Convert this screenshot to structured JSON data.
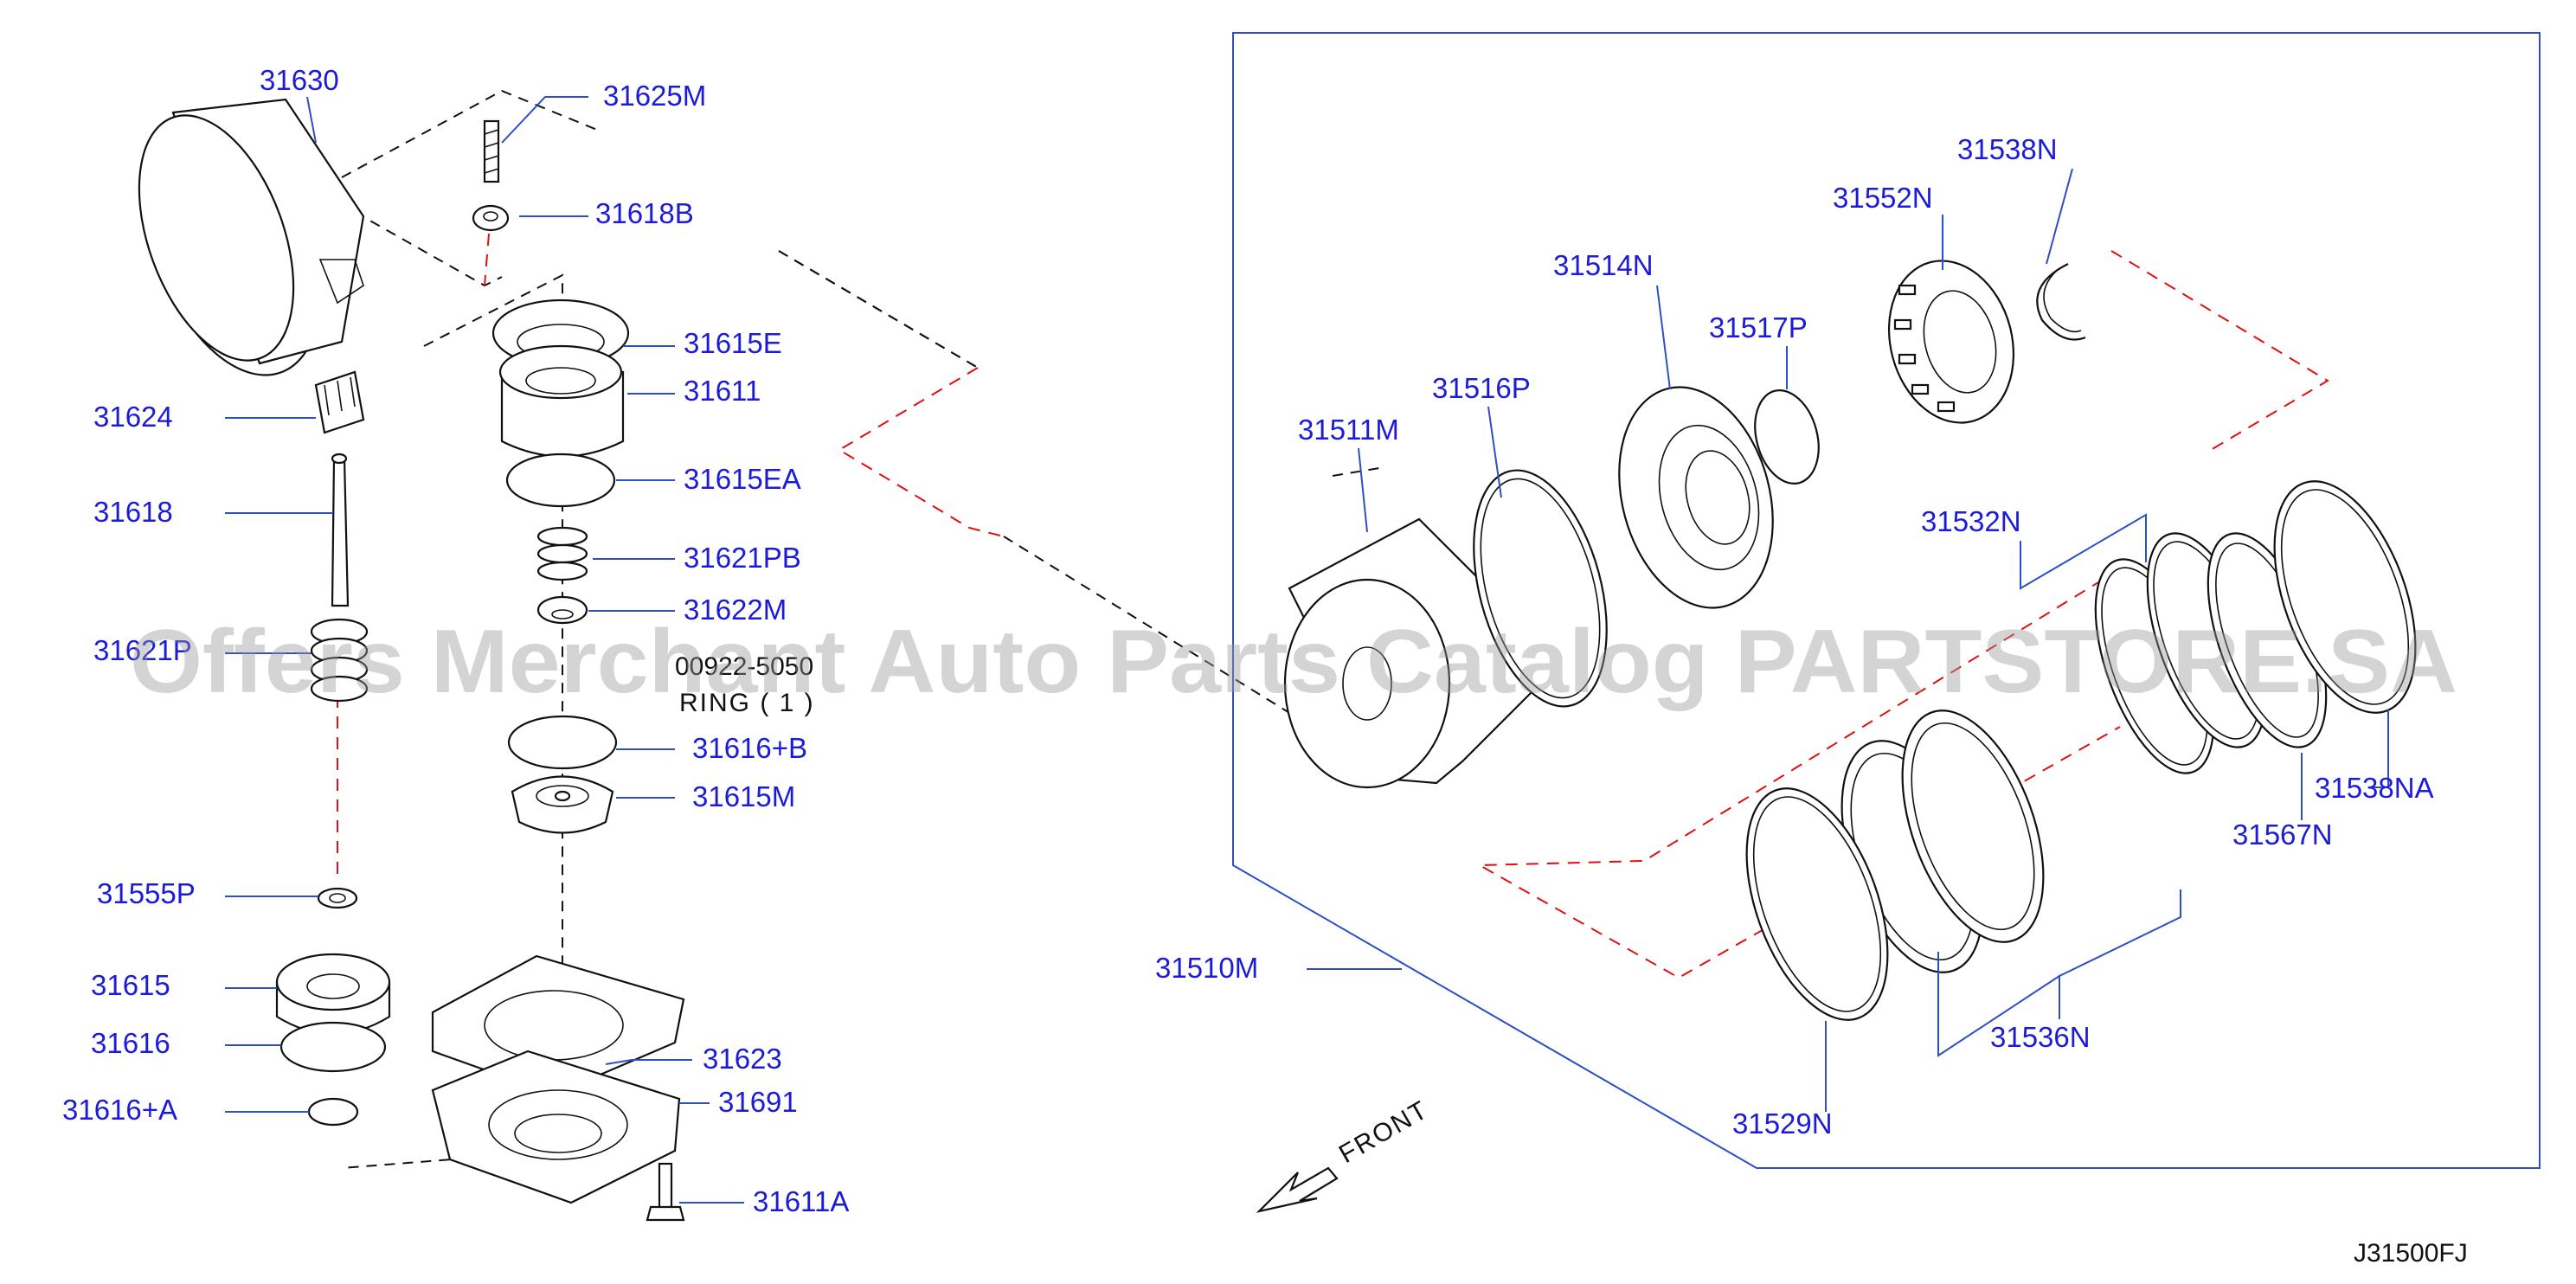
{
  "diagram": {
    "code": "J31500FJ",
    "front_label": "FRONT",
    "watermark": "Offers Merchant Auto Parts Catalog PARTSTORE.SA",
    "ring_note": {
      "number": "00922-5050",
      "text": "RING  ( 1 )"
    }
  },
  "labels": {
    "l31630": "31630",
    "l31625M": "31625M",
    "l31618B": "31618B",
    "l31615E": "31615E",
    "l31611": "31611",
    "l31615EA": "31615EA",
    "l31624": "31624",
    "l31618": "31618",
    "l31621PB": "31621PB",
    "l31622M": "31622M",
    "l31621P": "31621P",
    "l31616B": "31616+B",
    "l31615M": "31615M",
    "l31555P": "31555P",
    "l31615": "31615",
    "l31616": "31616",
    "l31616A": "31616+A",
    "l31623": "31623",
    "l31691": "31691",
    "l31611A": "31611A",
    "l31538N": "31538N",
    "l31552N": "31552N",
    "l31514N": "31514N",
    "l31517P": "31517P",
    "l31516P": "31516P",
    "l31511M": "31511M",
    "l31532N": "31532N",
    "l31538NA": "31538NA",
    "l31567N": "31567N",
    "l31510M": "31510M",
    "l31536N": "31536N",
    "l31529N": "31529N"
  }
}
